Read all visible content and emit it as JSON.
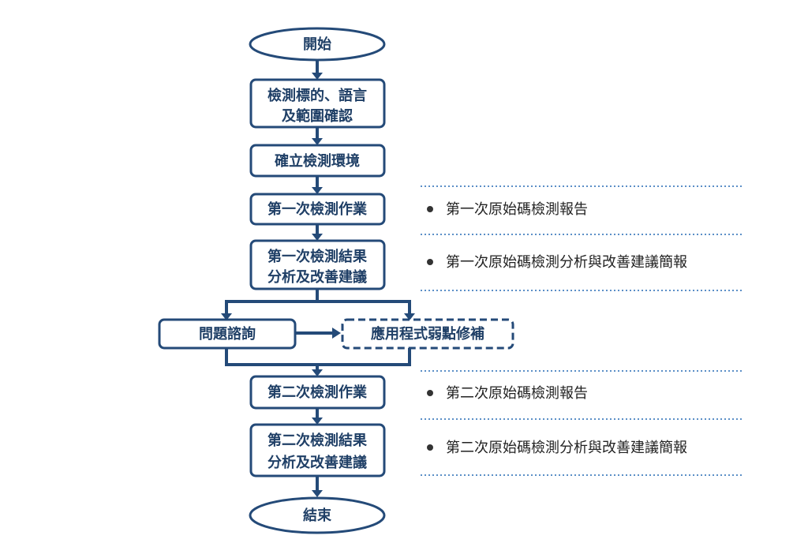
{
  "flow": {
    "start": "開始",
    "step1": {
      "line1": "檢測標的、語言",
      "line2": "及範圍確認"
    },
    "step2": "確立檢測環境",
    "step3": "第一次檢測作業",
    "step4": {
      "line1": "第一次檢測結果",
      "line2": "分析及改善建議"
    },
    "consult": "問題諮詢",
    "fix": "應用程式弱點修補",
    "step5": "第二次檢測作業",
    "step6": {
      "line1": "第二次檢測結果",
      "line2": "分析及改善建議"
    },
    "end": "結束"
  },
  "deliverables": [
    "第一次原始碼檢測報告",
    "第一次原始碼檢測分析與改善建議簡報",
    "第二次原始碼檢測報告",
    "第二次原始碼檢測分析與改善建議簡報"
  ],
  "colors": {
    "primary": "#244a78",
    "text": "#1f3f66",
    "dotted": "#5b8fc7"
  }
}
